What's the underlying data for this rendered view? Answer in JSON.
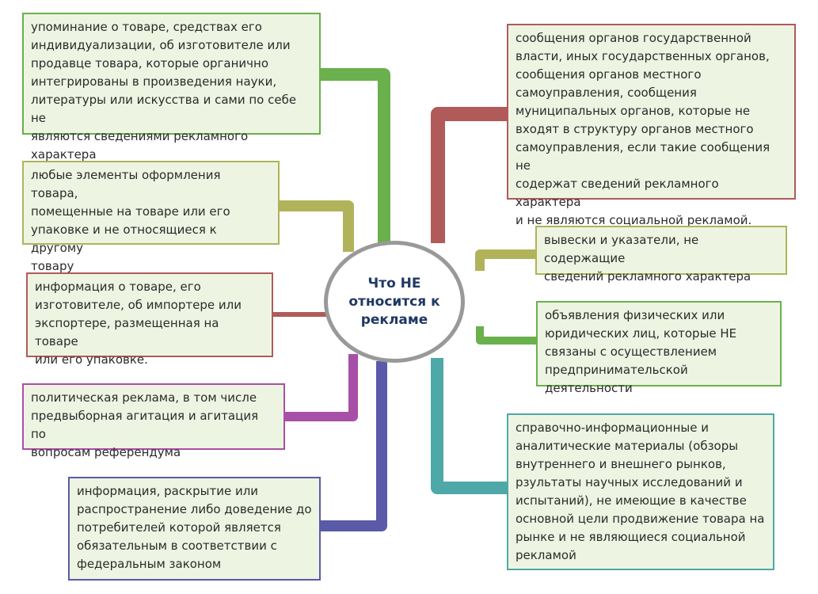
{
  "center": {
    "label": "Что НЕ\nотносится к\nрекламе"
  },
  "colors": {
    "green": "#6ab04c",
    "olive": "#b0b35a",
    "red": "#b05a5a",
    "magenta": "#a84fa8",
    "indigo": "#5a5aa8",
    "teal": "#4fa8a8",
    "box_fill": "#edf5e2"
  },
  "items": [
    {
      "text": "упоминание о товаре, средствах его\nиндивидуализации, об изготовителе или\nпродавце товара, которые органично\nинтегрированы в произведения науки,\nлитературы или искусства и сами по себе не\nявляются сведениями рекламного характера",
      "color": "#6ab04c"
    },
    {
      "text": "любые элементы оформления товара,\nпомещенные на товаре или его\nупаковке и не относящиеся к другому\nтовару",
      "color": "#b0b35a"
    },
    {
      "text": "информация о товаре, его\nизготовителе, об импортере или\nэкспортере, размещенная на товаре\nили его упаковке.",
      "color": "#b05a5a"
    },
    {
      "text": "политическая реклама, в том числе\nпредвыборная агитация и агитация по\nвопросам референдума",
      "color": "#a84fa8"
    },
    {
      "text": "информация, раскрытие или\nраспространение либо доведение до\nпотребителей которой является\nобязательным в соответствии с\nфедеральным законом",
      "color": "#5a5aa8"
    },
    {
      "text": "сообщения органов государственной\nвласти, иных государственных органов,\nсообщения органов местного\nсамоуправления, сообщения\nмуниципальных органов, которые не\nвходят в структуру органов местного\nсамоуправления, если такие сообщения не\nсодержат сведений рекламного характера\nи не являются социальной рекламой.",
      "color": "#b05a5a"
    },
    {
      "text": "вывески и указатели, не содержащие\nсведений рекламного характера",
      "color": "#b0b35a"
    },
    {
      "text": "объявления физических или\nюридических лиц, которые НЕ\nсвязаны с осуществлением\nпредпринимательской деятельности",
      "color": "#6ab04c"
    },
    {
      "text": "справочно-информационные и\nаналитические материалы (обзоры\nвнутреннего и внешнего рынков,\nрзультаты научных исследований и\nиспытаний), не имеющие в качестве\nосновной цели продвижение товара на\nрынке и не являющиеся социальной\nрекламой",
      "color": "#4fa8a8"
    }
  ]
}
